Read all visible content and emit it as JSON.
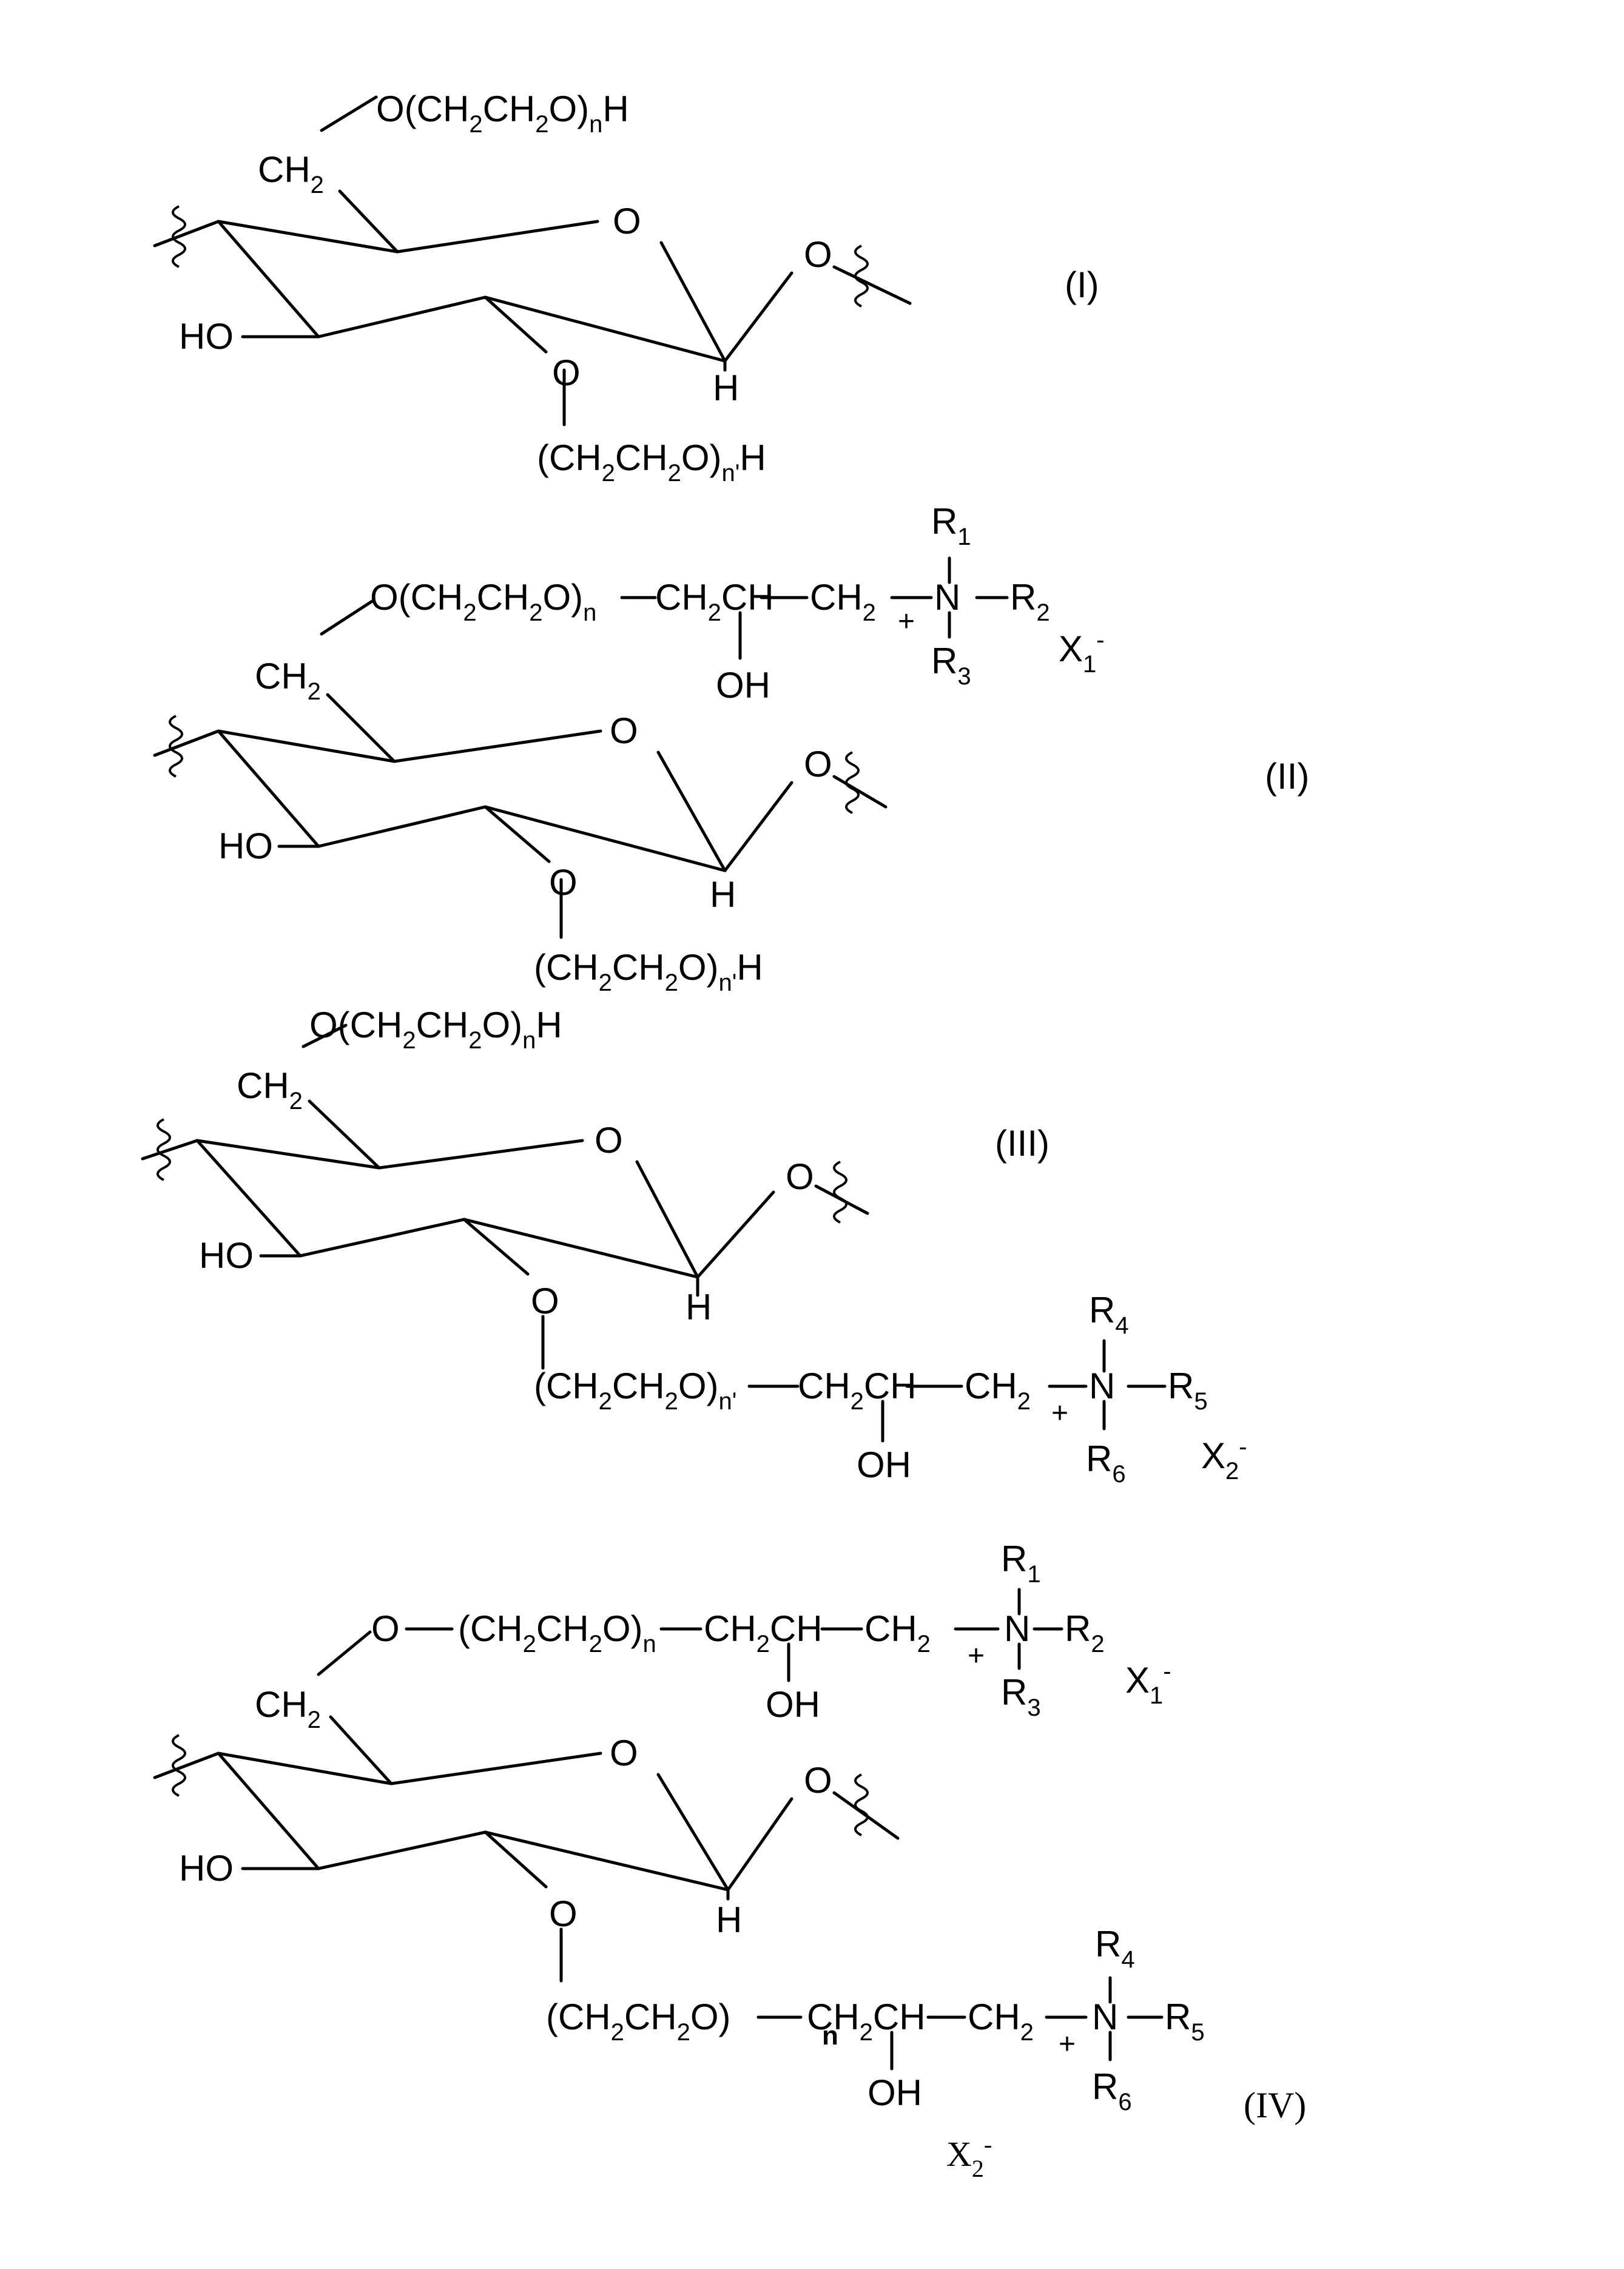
{
  "structures": [
    {
      "id": "I",
      "label": "(I)",
      "ring_oxygen": "O",
      "glycosidic_oxygen": "O",
      "hydroxyl": "HO",
      "anomeric_h": "H",
      "ch2": [
        "CH",
        "2"
      ],
      "c6_chain": {
        "a": "O(CH",
        "s1": "2",
        "b": "CH",
        "s2": "2",
        "c": "O)",
        "s3": "n",
        "d": "H"
      },
      "c2_oxygen": "O",
      "c2_chain": {
        "a": "(CH",
        "s1": "2",
        "b": "CH",
        "s2": "2",
        "c": "O)",
        "s3": "n'",
        "d": "H"
      }
    },
    {
      "id": "II",
      "label": "(II)",
      "ring_oxygen": "O",
      "glycosidic_oxygen": "O",
      "hydroxyl": "HO",
      "anomeric_h": "H",
      "ch2": [
        "CH",
        "2"
      ],
      "c6_chain": {
        "a": "O(CH",
        "s1": "2",
        "b": "CH",
        "s2": "2",
        "c": "O)",
        "s3": "n"
      },
      "link1": [
        "CH",
        "2",
        "CH"
      ],
      "oh": "OH",
      "link2": [
        "CH",
        "2"
      ],
      "n": "N",
      "plus": "+",
      "r_top": [
        "R",
        "1"
      ],
      "r_right": [
        "R",
        "2"
      ],
      "r_bottom": [
        "R",
        "3"
      ],
      "anion": [
        "X",
        "1",
        "-"
      ],
      "c2_oxygen": "O",
      "c2_chain": {
        "a": "(CH",
        "s1": "2",
        "b": "CH",
        "s2": "2",
        "c": "O)",
        "s3": "n'",
        "d": "H"
      }
    },
    {
      "id": "III",
      "label": "(III)",
      "ring_oxygen": "O",
      "glycosidic_oxygen": "O",
      "hydroxyl": "HO",
      "anomeric_h": "H",
      "ch2": [
        "CH",
        "2"
      ],
      "c6_chain": {
        "a": "O(CH",
        "s1": "2",
        "b": "CH",
        "s2": "2",
        "c": "O)",
        "s3": "n",
        "d": "H"
      },
      "c2_oxygen": "O",
      "c2_chain": {
        "a": "(CH",
        "s1": "2",
        "b": "CH",
        "s2": "2",
        "c": "O)",
        "s3": "n'"
      },
      "link1": [
        "CH",
        "2",
        "CH"
      ],
      "oh": "OH",
      "link2": [
        "CH",
        "2"
      ],
      "n": "N",
      "plus": "+",
      "r_top": [
        "R",
        "4"
      ],
      "r_right": [
        "R",
        "5"
      ],
      "r_bottom": [
        "R",
        "6"
      ],
      "anion": [
        "X",
        "2",
        "-"
      ]
    },
    {
      "id": "IV",
      "label": "(IV)",
      "ring_oxygen": "O",
      "glycosidic_oxygen": "O",
      "hydroxyl": "HO",
      "anomeric_h": "H",
      "ch2": [
        "CH",
        "2"
      ],
      "c6_oxygen": "O",
      "c6_chain": {
        "a": "(CH",
        "s1": "2",
        "b": "CH",
        "s2": "2",
        "c": "O)",
        "s3": "n"
      },
      "link1": [
        "CH",
        "2",
        "CH"
      ],
      "oh": "OH",
      "link2": [
        "CH",
        "2"
      ],
      "n": "N",
      "plus": "+",
      "r_top": [
        "R",
        "1"
      ],
      "r_right": [
        "R",
        "2"
      ],
      "r_bottom": [
        "R",
        "3"
      ],
      "anion": [
        "X",
        "1",
        "-"
      ],
      "c2_oxygen": "O",
      "c2_chain": {
        "a": "(CH",
        "s1": "2",
        "b": "CH",
        "s2": "2",
        "c": "O)"
      },
      "c2_n": "n",
      "link1b": [
        "CH",
        "2",
        "CH"
      ],
      "ohb": "OH",
      "link2b": [
        "CH",
        "2"
      ],
      "nb": "N",
      "plusb": "+",
      "rb_top": [
        "R",
        "4"
      ],
      "rb_right": [
        "R",
        "5"
      ],
      "rb_bottom": [
        "R",
        "6"
      ],
      "anionb": [
        "X",
        "2",
        "-"
      ]
    }
  ]
}
